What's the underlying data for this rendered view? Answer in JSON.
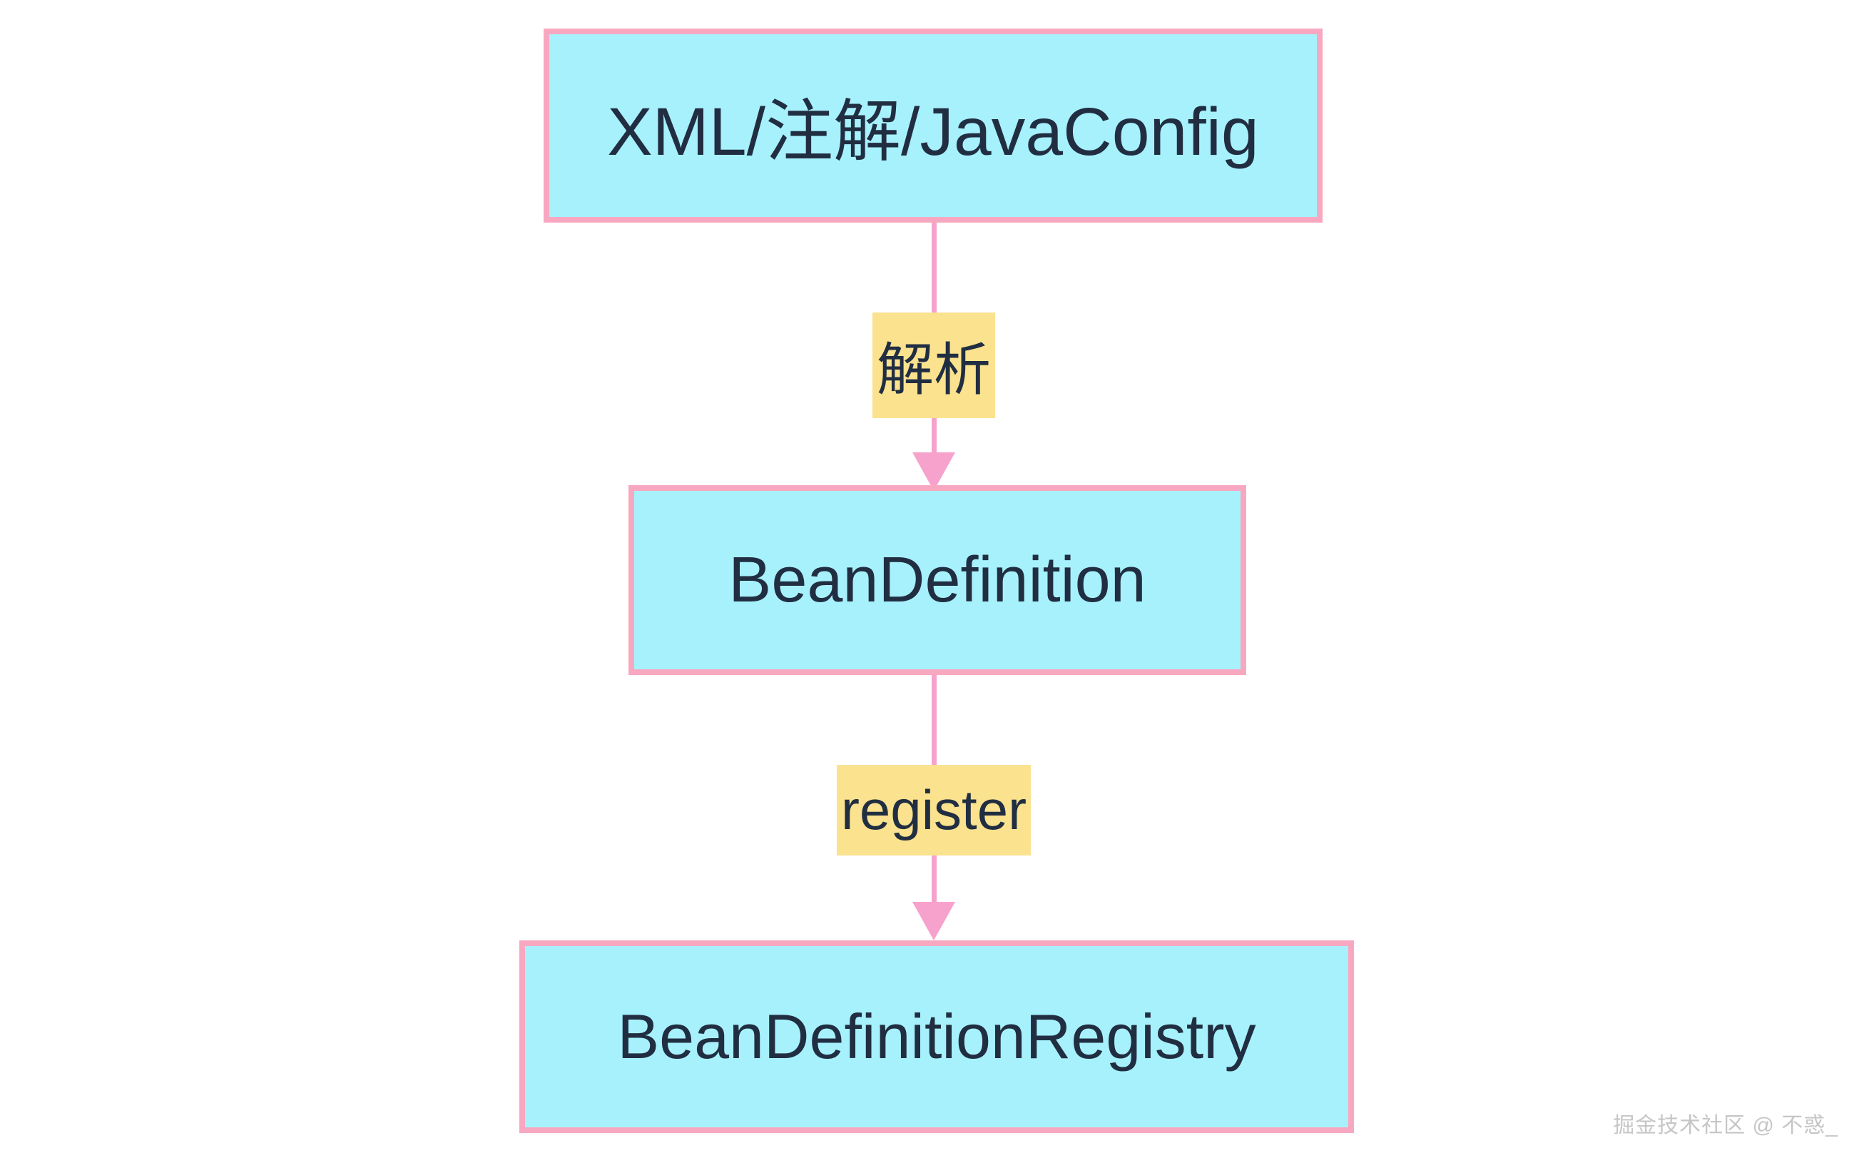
{
  "diagram": {
    "type": "flowchart",
    "nodes": [
      {
        "id": "config",
        "label": "XML/注解/JavaConfig"
      },
      {
        "id": "beandef",
        "label": "BeanDefinition"
      },
      {
        "id": "registry",
        "label": "BeanDefinitionRegistry"
      }
    ],
    "edges": [
      {
        "from": "XML/注解/JavaConfig",
        "to": "BeanDefinition",
        "label": "解析"
      },
      {
        "from": "BeanDefinition",
        "to": "BeanDefinitionRegistry",
        "label": "register"
      }
    ],
    "colors": {
      "node_fill": "#a7f1fc",
      "node_border": "#f7a8c0",
      "edge": "#f6a2cd",
      "edge_label_bg": "#fae28e",
      "text": "#212e42",
      "watermark_text": "#c6c6c6",
      "background": "#ffffff"
    },
    "watermark": "掘金技术社区 @ 不惑_"
  }
}
